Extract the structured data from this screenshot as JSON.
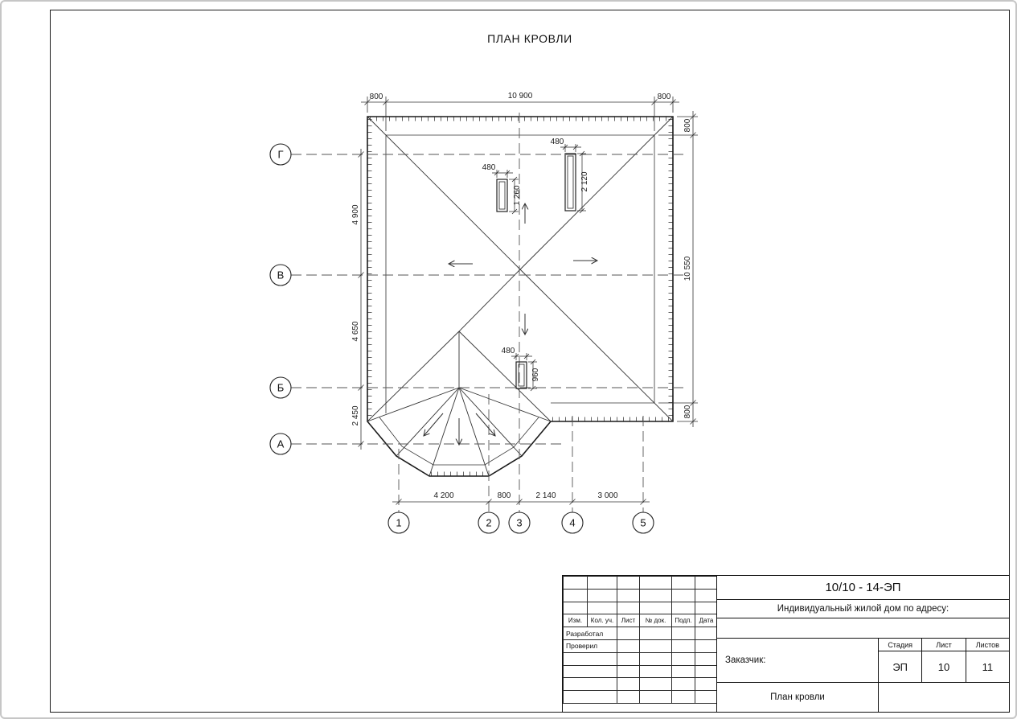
{
  "page": {
    "title": "ПЛАН КРОВЛИ"
  },
  "axes": {
    "rows": [
      "Г",
      "В",
      "Б",
      "А"
    ],
    "cols": [
      "1",
      "2",
      "3",
      "4",
      "5"
    ]
  },
  "dims": {
    "top": [
      "800",
      "10 900",
      "800"
    ],
    "right": [
      "800",
      "10 550",
      "800"
    ],
    "left": [
      "4 900",
      "4 650",
      "2 450"
    ],
    "bottom": [
      "4 200",
      "800",
      "2 140",
      "3 000"
    ],
    "win1_w": "480",
    "win1_h": "1 260",
    "win2_w": "480",
    "win2_h": "2 120",
    "win3_w": "480",
    "win3_h": "960"
  },
  "titleblock": {
    "doc_number": "10/10 - 14-ЭП",
    "project": "Индивидуальный жилой дом по адресу:",
    "columns": [
      "Изм.",
      "Кол. уч.",
      "Лист",
      "№ док.",
      "Подп.",
      "Дата"
    ],
    "role_developed": "Разработал",
    "role_checked": "Проверил",
    "customer": "Заказчик:",
    "stage_label": "Стадия",
    "sheet_label": "Лист",
    "sheets_label": "Листов",
    "stage_value": "ЭП",
    "sheet_value": "10",
    "sheets_value": "11",
    "drawing_title": "План кровли"
  }
}
